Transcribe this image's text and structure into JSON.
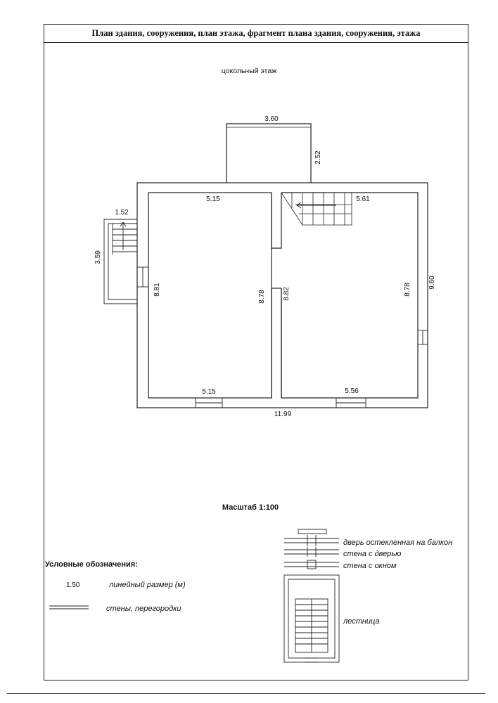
{
  "header": {
    "title": "План здания, сооружения, план этажа, фрагмент плана здания, сооружения, этажа"
  },
  "floor_name": "цокольный этаж",
  "dimensions": {
    "top_annex_width": "3.60",
    "top_annex_depth": "2.52",
    "left_room_top": "5.15",
    "right_room_top": "5.61",
    "porch_width": "1.52",
    "porch_length": "3.59",
    "left_wall_inner": "8.81",
    "partition_left": "8.78",
    "partition_right": "8.82",
    "right_room_inner": "8.78",
    "overall_depth": "9.60",
    "left_room_bottom": "5.15",
    "right_room_bottom": "5.56",
    "overall_width": "11.99"
  },
  "scale": "Масштаб 1:100",
  "legend": {
    "title": "Условные обозначения:",
    "sample_value": "1.50",
    "linear_size": "линейный размер (м)",
    "walls": "стены, перегородки",
    "balcony_door": "дверь остекленная на балкон",
    "wall_door": "стена с дверью",
    "wall_window": "стена с окном",
    "stairs": "лестница"
  },
  "colors": {
    "line": "#222222",
    "background": "#ffffff"
  }
}
